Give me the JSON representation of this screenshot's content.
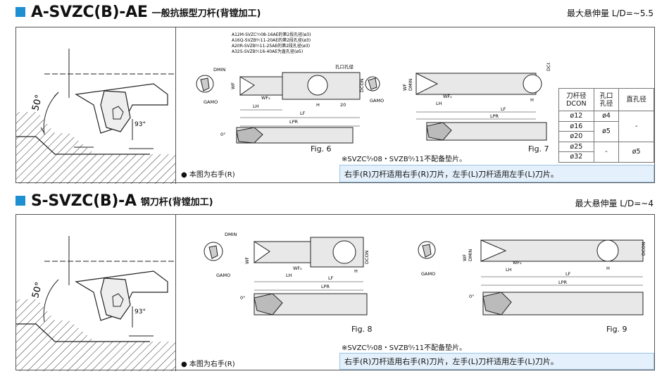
{
  "section1": {
    "code": "A-SVZC(B)-AE",
    "subtitle": "一般抗振型刀杆(背镗加工)",
    "max_overhang": "最大悬伸量 L/D=~5.5",
    "angle_label": "50°",
    "angle_93": "93°",
    "right_hand_note": "● 本图为右手(R)",
    "fig_a": "Fig. 6",
    "fig_b": "Fig. 7",
    "shim_note": "※SVZC⁰⁄₇08・SVZB⁰⁄₇11不配备垫片。",
    "blue_note": "右手(R)刀杆适用右手(R)刀片，左手(L)刀杆适用左手(L)刀片。",
    "callouts": [
      "A12M-SVZC⁰⁄₇08-16AE的第2段孔径(ø3)",
      "A16Q-SVZB⁰⁄₇11-20AE的第2段孔径(ø3)",
      "A20R-SVZB⁰⁄₇11-25AE的第2段孔径(ø3)",
      "A32S-SVZB⁰⁄₇16-40AE为直孔径(ø5)"
    ],
    "dims": {
      "dmin": "DMIN",
      "gamo": "GAMO",
      "wf": "WF",
      "wf2": "WF₂",
      "lh": "LH",
      "lf": "LF",
      "lpr": "LPR",
      "h": "H",
      "dcon": "DCON",
      "hole": "孔口孔径",
      "zero": "0°",
      "twenty": "20",
      "straight": "直孔径"
    },
    "table": {
      "headers": [
        "刀杆径\nDCON",
        "孔口\n孔径",
        "直孔径"
      ],
      "h1a": "刀杆径",
      "h1b": "DCON",
      "h2a": "孔口",
      "h2b": "孔径",
      "h3": "直孔径",
      "rows": [
        "ø12",
        "ø16",
        "ø20",
        "ø25",
        "ø32"
      ],
      "hole_a": "ø4",
      "hole_b": "ø5",
      "hole_c": "-",
      "straight_a": "-",
      "straight_b": "ø5"
    }
  },
  "section2": {
    "code": "S-SVZC(B)-A",
    "subtitle": "钢刀杆(背镗加工)",
    "max_overhang": "最大悬伸量 L/D=~4",
    "angle_label": "50°",
    "angle_93": "93°",
    "right_hand_note": "● 本图为右手(R)",
    "fig_a": "Fig. 8",
    "fig_b": "Fig. 9",
    "shim_note": "※SVZC⁰⁄₇08・SVZB⁰⁄₇11不配备垫片。",
    "blue_note": "右手(R)刀杆适用右手(R)刀片，左手(L)刀杆适用左手(L)刀片。",
    "dims": {
      "dmin": "DMIN",
      "gamo": "GAMO",
      "wf": "WF",
      "wf2": "WF₂",
      "lh": "LH",
      "lf": "LF",
      "lpr": "LPR",
      "h": "H",
      "dcon": "DCON",
      "zero": "0°"
    }
  }
}
